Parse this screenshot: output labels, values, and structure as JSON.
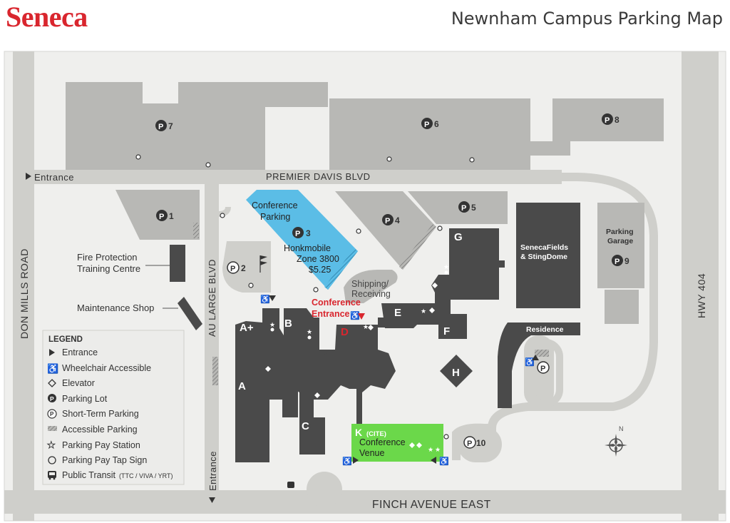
{
  "header": {
    "logo": "Seneca",
    "title": "Newnham Campus Parking Map"
  },
  "colors": {
    "brand_red": "#d9262e",
    "building": "#4a4a4a",
    "parking_lot": "#b8b8b5",
    "road": "#cfcfcb",
    "conference_parking": "#5bbde6",
    "conference_venue": "#6bd84a"
  },
  "roads": {
    "premier_davis": "PREMIER DAVIS BLVD",
    "finch": "FINCH AVENUE EAST",
    "don_mills": "DON MILLS ROAD",
    "au_large": "AU LARGE BLVD",
    "hwy404": "HWY 404"
  },
  "entrances": {
    "west": "Entrance",
    "south": "Entrance"
  },
  "lots": {
    "p1": "1",
    "p2": "2",
    "p3": "3",
    "p4": "4",
    "p5": "5",
    "p6": "6",
    "p7": "7",
    "p8": "8",
    "p9": "9",
    "p10": "10"
  },
  "conference_parking": {
    "title_line1": "Conference",
    "title_line2": "Parking",
    "line1": "Honkmobile",
    "line2": "Zone 3800",
    "line3": "$5.25"
  },
  "parking_garage": {
    "line1": "Parking",
    "line2": "Garage"
  },
  "places": {
    "fire_line1": "Fire Protection",
    "fire_line2": "Training Centre",
    "maintenance": "Maintenance Shop",
    "shipping_line1": "Shipping/",
    "shipping_line2": "Receiving",
    "conf_entrance_line1": "Conference",
    "conf_entrance_line2": "Entrance",
    "senecafields_line1": "SenecaFields",
    "senecafields_line2": "& StingDome",
    "residence": "Residence"
  },
  "buildings": {
    "a_plus": "A+",
    "a": "A",
    "b": "B",
    "c": "C",
    "d": "D",
    "e": "E",
    "f": "F",
    "g": "G",
    "h": "H"
  },
  "venue": {
    "building": "K",
    "building_sub": "(CITE)",
    "line1": "Conference",
    "line2": "Venue"
  },
  "compass": "N",
  "legend": {
    "title": "LEGEND",
    "items": [
      {
        "icon": "entrance-triangle-icon",
        "label": "Entrance"
      },
      {
        "icon": "wheelchair-icon",
        "label": "Wheelchair Accessible"
      },
      {
        "icon": "elevator-diamond-icon",
        "label": "Elevator"
      },
      {
        "icon": "parking-lot-icon",
        "label": "Parking Lot"
      },
      {
        "icon": "short-term-parking-icon",
        "label": "Short-Term Parking"
      },
      {
        "icon": "accessible-parking-hatch-icon",
        "label": "Accessible Parking"
      },
      {
        "icon": "pay-station-star-icon",
        "label": "Parking Pay Station"
      },
      {
        "icon": "pay-tap-circle-icon",
        "label": "Parking Pay Tap Sign"
      },
      {
        "icon": "bus-icon",
        "label": "Public Transit",
        "sub": "(TTC / VIVA / YRT)"
      }
    ]
  }
}
